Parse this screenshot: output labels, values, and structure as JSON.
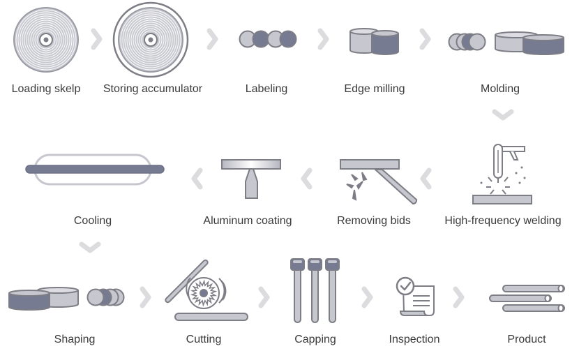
{
  "colors": {
    "outline": "#7d7d85",
    "light": "#c7c7cf",
    "dark": "#777b92",
    "arrow": "#dcdcdf",
    "text": "#3a3a3a"
  },
  "steps": [
    {
      "label": "Loading skelp",
      "icon": "skelp-coil-icon"
    },
    {
      "label": "Storing accumulator",
      "icon": "accumulator-coil-icon"
    },
    {
      "label": "Labeling",
      "icon": "labeling-rolls-icon"
    },
    {
      "label": "Edge milling",
      "icon": "edge-milling-icon"
    },
    {
      "label": "Molding",
      "icon": "molding-icon"
    },
    {
      "label": "High-frequency welding",
      "icon": "welding-torch-icon"
    },
    {
      "label": "Removing bids",
      "icon": "removing-bids-icon"
    },
    {
      "label": "Aluminum coating",
      "icon": "aluminum-coating-icon"
    },
    {
      "label": "Cooling",
      "icon": "cooling-pipe-icon"
    },
    {
      "label": "Shaping",
      "icon": "shaping-icon"
    },
    {
      "label": "Cutting",
      "icon": "cutting-saw-icon"
    },
    {
      "label": "Capping",
      "icon": "capped-pipes-icon"
    },
    {
      "label": "Inspection",
      "icon": "inspection-checklist-icon"
    },
    {
      "label": "Product",
      "icon": "product-pipes-icon"
    }
  ]
}
